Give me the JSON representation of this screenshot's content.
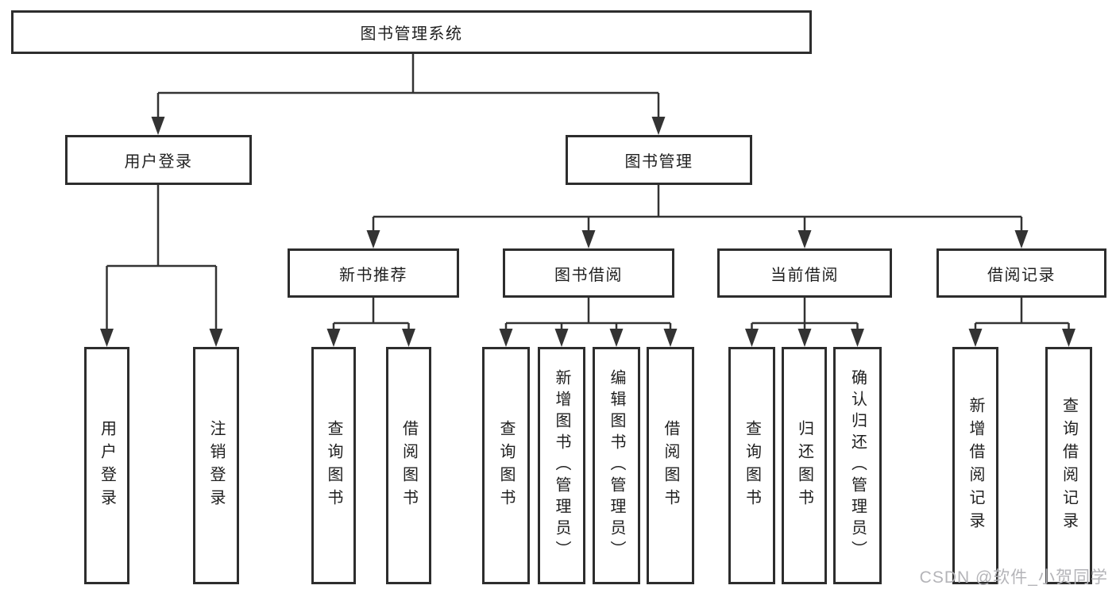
{
  "diagram": {
    "root": {
      "label": "图书管理系统"
    },
    "level2": {
      "user_login": {
        "label": "用户登录"
      },
      "book_management": {
        "label": "图书管理"
      }
    },
    "level3": {
      "new_book_recommend": {
        "label": "新书推荐"
      },
      "book_borrowing": {
        "label": "图书借阅"
      },
      "current_borrowing": {
        "label": "当前借阅"
      },
      "borrowing_records": {
        "label": "借阅记录"
      }
    },
    "level4": {
      "user_login_children": [
        "用户登录",
        "注销登录"
      ],
      "new_book_children": [
        "查询图书",
        "借阅图书"
      ],
      "book_borrowing_children": [
        "查询图书",
        "新增图书（管理员）",
        "编辑图书（管理员）",
        "借阅图书"
      ],
      "current_borrowing_children": [
        "查询图书",
        "归还图书",
        "确认归还（管理员）"
      ],
      "borrowing_records_children": [
        "新增借阅记录",
        "查询借阅记录"
      ]
    }
  },
  "watermark": {
    "text": "CSDN @软件_小贺同学"
  },
  "colors": {
    "line": "#333333",
    "box_border": "#2d2d2d",
    "box_background": "#ffffff",
    "text": "#1f1f1f",
    "watermark": "#b4b4b8",
    "page_background": "#ffffff"
  }
}
